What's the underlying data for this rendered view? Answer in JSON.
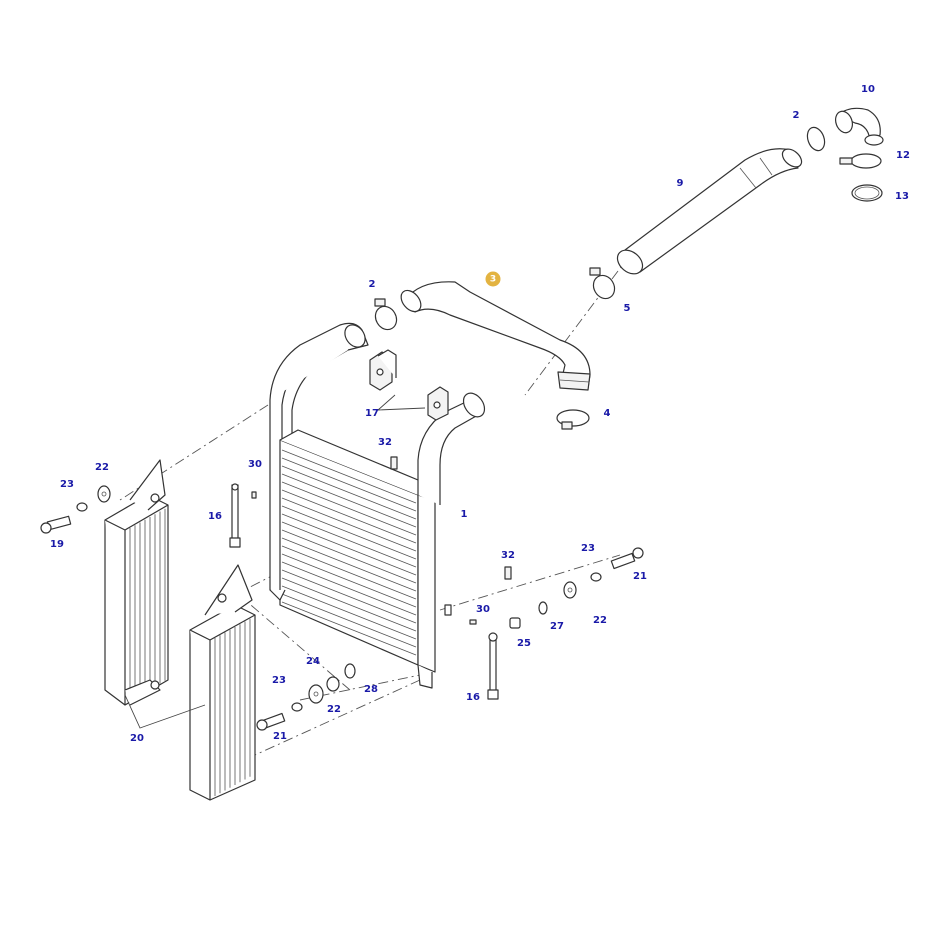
{
  "colors": {
    "callout_text": "#1a1aa8",
    "highlight_fill": "#e3b341",
    "highlight_text": "#ffffff",
    "line": "#333333"
  },
  "callouts": [
    {
      "id": "c-10",
      "label": "10"
    },
    {
      "id": "c-2a",
      "label": "2"
    },
    {
      "id": "c-12",
      "label": "12"
    },
    {
      "id": "c-13",
      "label": "13"
    },
    {
      "id": "c-9",
      "label": "9"
    },
    {
      "id": "c-3",
      "label": "3",
      "highlight": true
    },
    {
      "id": "c-2b",
      "label": "2"
    },
    {
      "id": "c-5",
      "label": "5"
    },
    {
      "id": "c-4",
      "label": "4"
    },
    {
      "id": "c-17",
      "label": "17"
    },
    {
      "id": "c-32a",
      "label": "32"
    },
    {
      "id": "c-30a",
      "label": "30"
    },
    {
      "id": "c-22a",
      "label": "22"
    },
    {
      "id": "c-23a",
      "label": "23"
    },
    {
      "id": "c-19",
      "label": "19"
    },
    {
      "id": "c-16a",
      "label": "16"
    },
    {
      "id": "c-1",
      "label": "1"
    },
    {
      "id": "c-32b",
      "label": "32"
    },
    {
      "id": "c-23b",
      "label": "23"
    },
    {
      "id": "c-21a",
      "label": "21"
    },
    {
      "id": "c-30b",
      "label": "30"
    },
    {
      "id": "c-27",
      "label": "27"
    },
    {
      "id": "c-22b",
      "label": "22"
    },
    {
      "id": "c-25",
      "label": "25"
    },
    {
      "id": "c-24",
      "label": "24"
    },
    {
      "id": "c-28",
      "label": "28"
    },
    {
      "id": "c-23c",
      "label": "23"
    },
    {
      "id": "c-22c",
      "label": "22"
    },
    {
      "id": "c-21b",
      "label": "21"
    },
    {
      "id": "c-16b",
      "label": "16"
    },
    {
      "id": "c-20",
      "label": "20"
    }
  ]
}
